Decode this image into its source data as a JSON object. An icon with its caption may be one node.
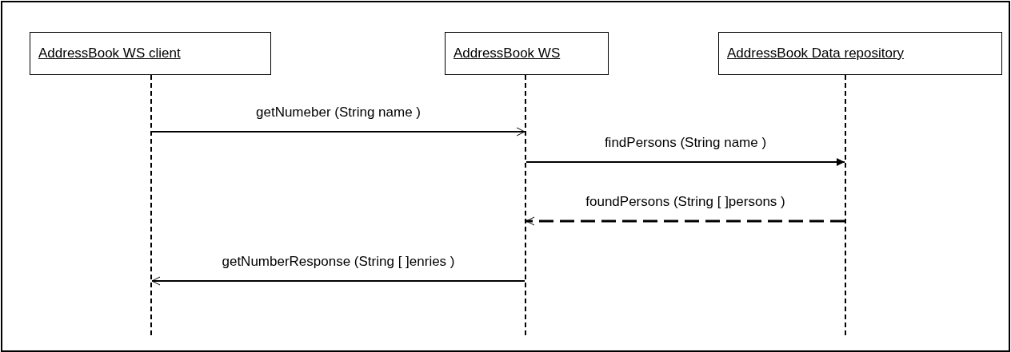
{
  "diagram": {
    "nodes": [
      {
        "text": [
          "AddressBook WS client"
        ]
      },
      {
        "text": [
          "AddressBook WS"
        ]
      },
      {
        "text": [
          "AddressBook Data repository"
        ]
      },
      {
        "text": [],
        "shape": "line"
      },
      {
        "text": [],
        "shape": "line"
      },
      {
        "text": [],
        "shape": "line"
      }
    ],
    "edges": [
      {
        "from": 3,
        "to": 4,
        "arrow": "to",
        "label": "getNumeber (String name )"
      },
      {
        "from": 4,
        "to": 5,
        "arrow": "to",
        "label": "findPersons (String name )"
      },
      {
        "from": 5,
        "to": 4,
        "arrow": "to",
        "label": "foundPersons (String [ ]persons )",
        "style": "dashed"
      },
      {
        "from": 4,
        "to": 3,
        "arrow": "to",
        "label": "getNumberResponse (String [ ]enries )"
      }
    ]
  }
}
